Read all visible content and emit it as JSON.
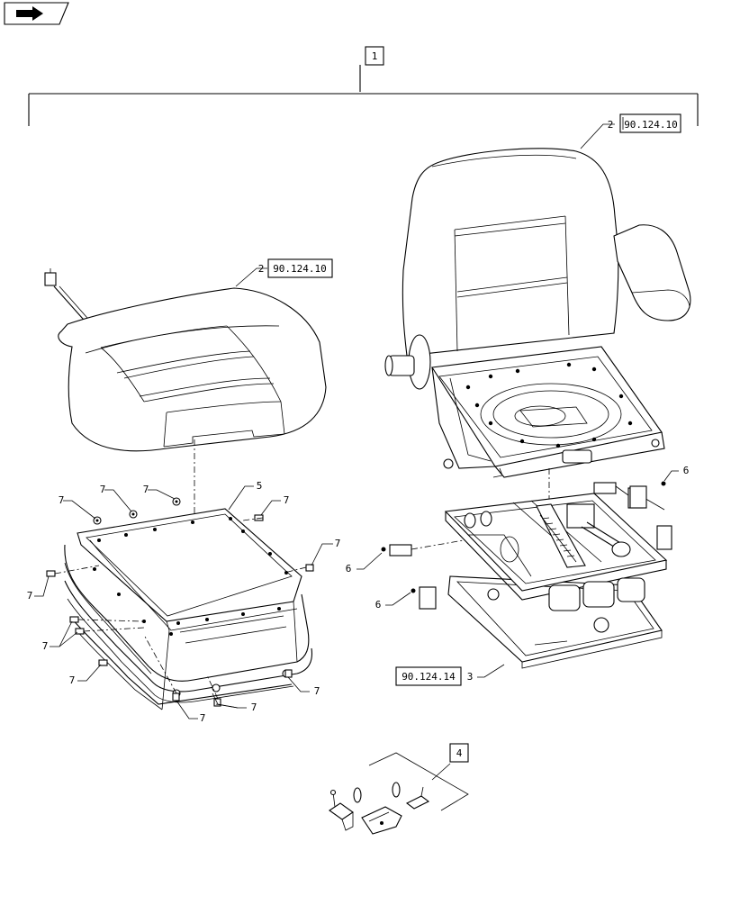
{
  "nav": {
    "icon": "return-arrow-icon"
  },
  "assembly": {
    "item_number": "1"
  },
  "references": {
    "backrest": {
      "item": "2",
      "section": "90.124.10"
    },
    "cushion": {
      "item": "2",
      "section": "90.124.10"
    },
    "suspension": {
      "item": "3",
      "section": "90.124.14"
    },
    "kit": {
      "item": "4"
    }
  },
  "callouts": {
    "bellows": "5",
    "bumper_a": "6",
    "bumper_b": "6",
    "bumper_c": "6",
    "fastener": "7"
  },
  "colors": {
    "line": "#000000",
    "background": "#ffffff"
  }
}
